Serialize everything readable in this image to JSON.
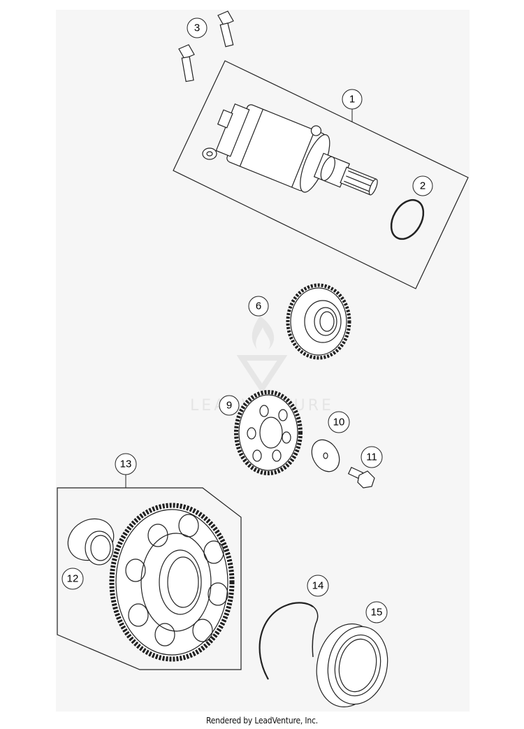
{
  "diagram": {
    "callouts": [
      {
        "id": "1",
        "label": "1"
      },
      {
        "id": "2",
        "label": "2"
      },
      {
        "id": "3",
        "label": "3"
      },
      {
        "id": "6",
        "label": "6"
      },
      {
        "id": "9",
        "label": "9"
      },
      {
        "id": "10",
        "label": "10"
      },
      {
        "id": "11",
        "label": "11"
      },
      {
        "id": "12",
        "label": "12"
      },
      {
        "id": "13",
        "label": "13"
      },
      {
        "id": "14",
        "label": "14"
      },
      {
        "id": "15",
        "label": "15"
      }
    ],
    "watermark": "LEADVENTURE",
    "footer": "Rendered by LeadVenture, Inc."
  }
}
